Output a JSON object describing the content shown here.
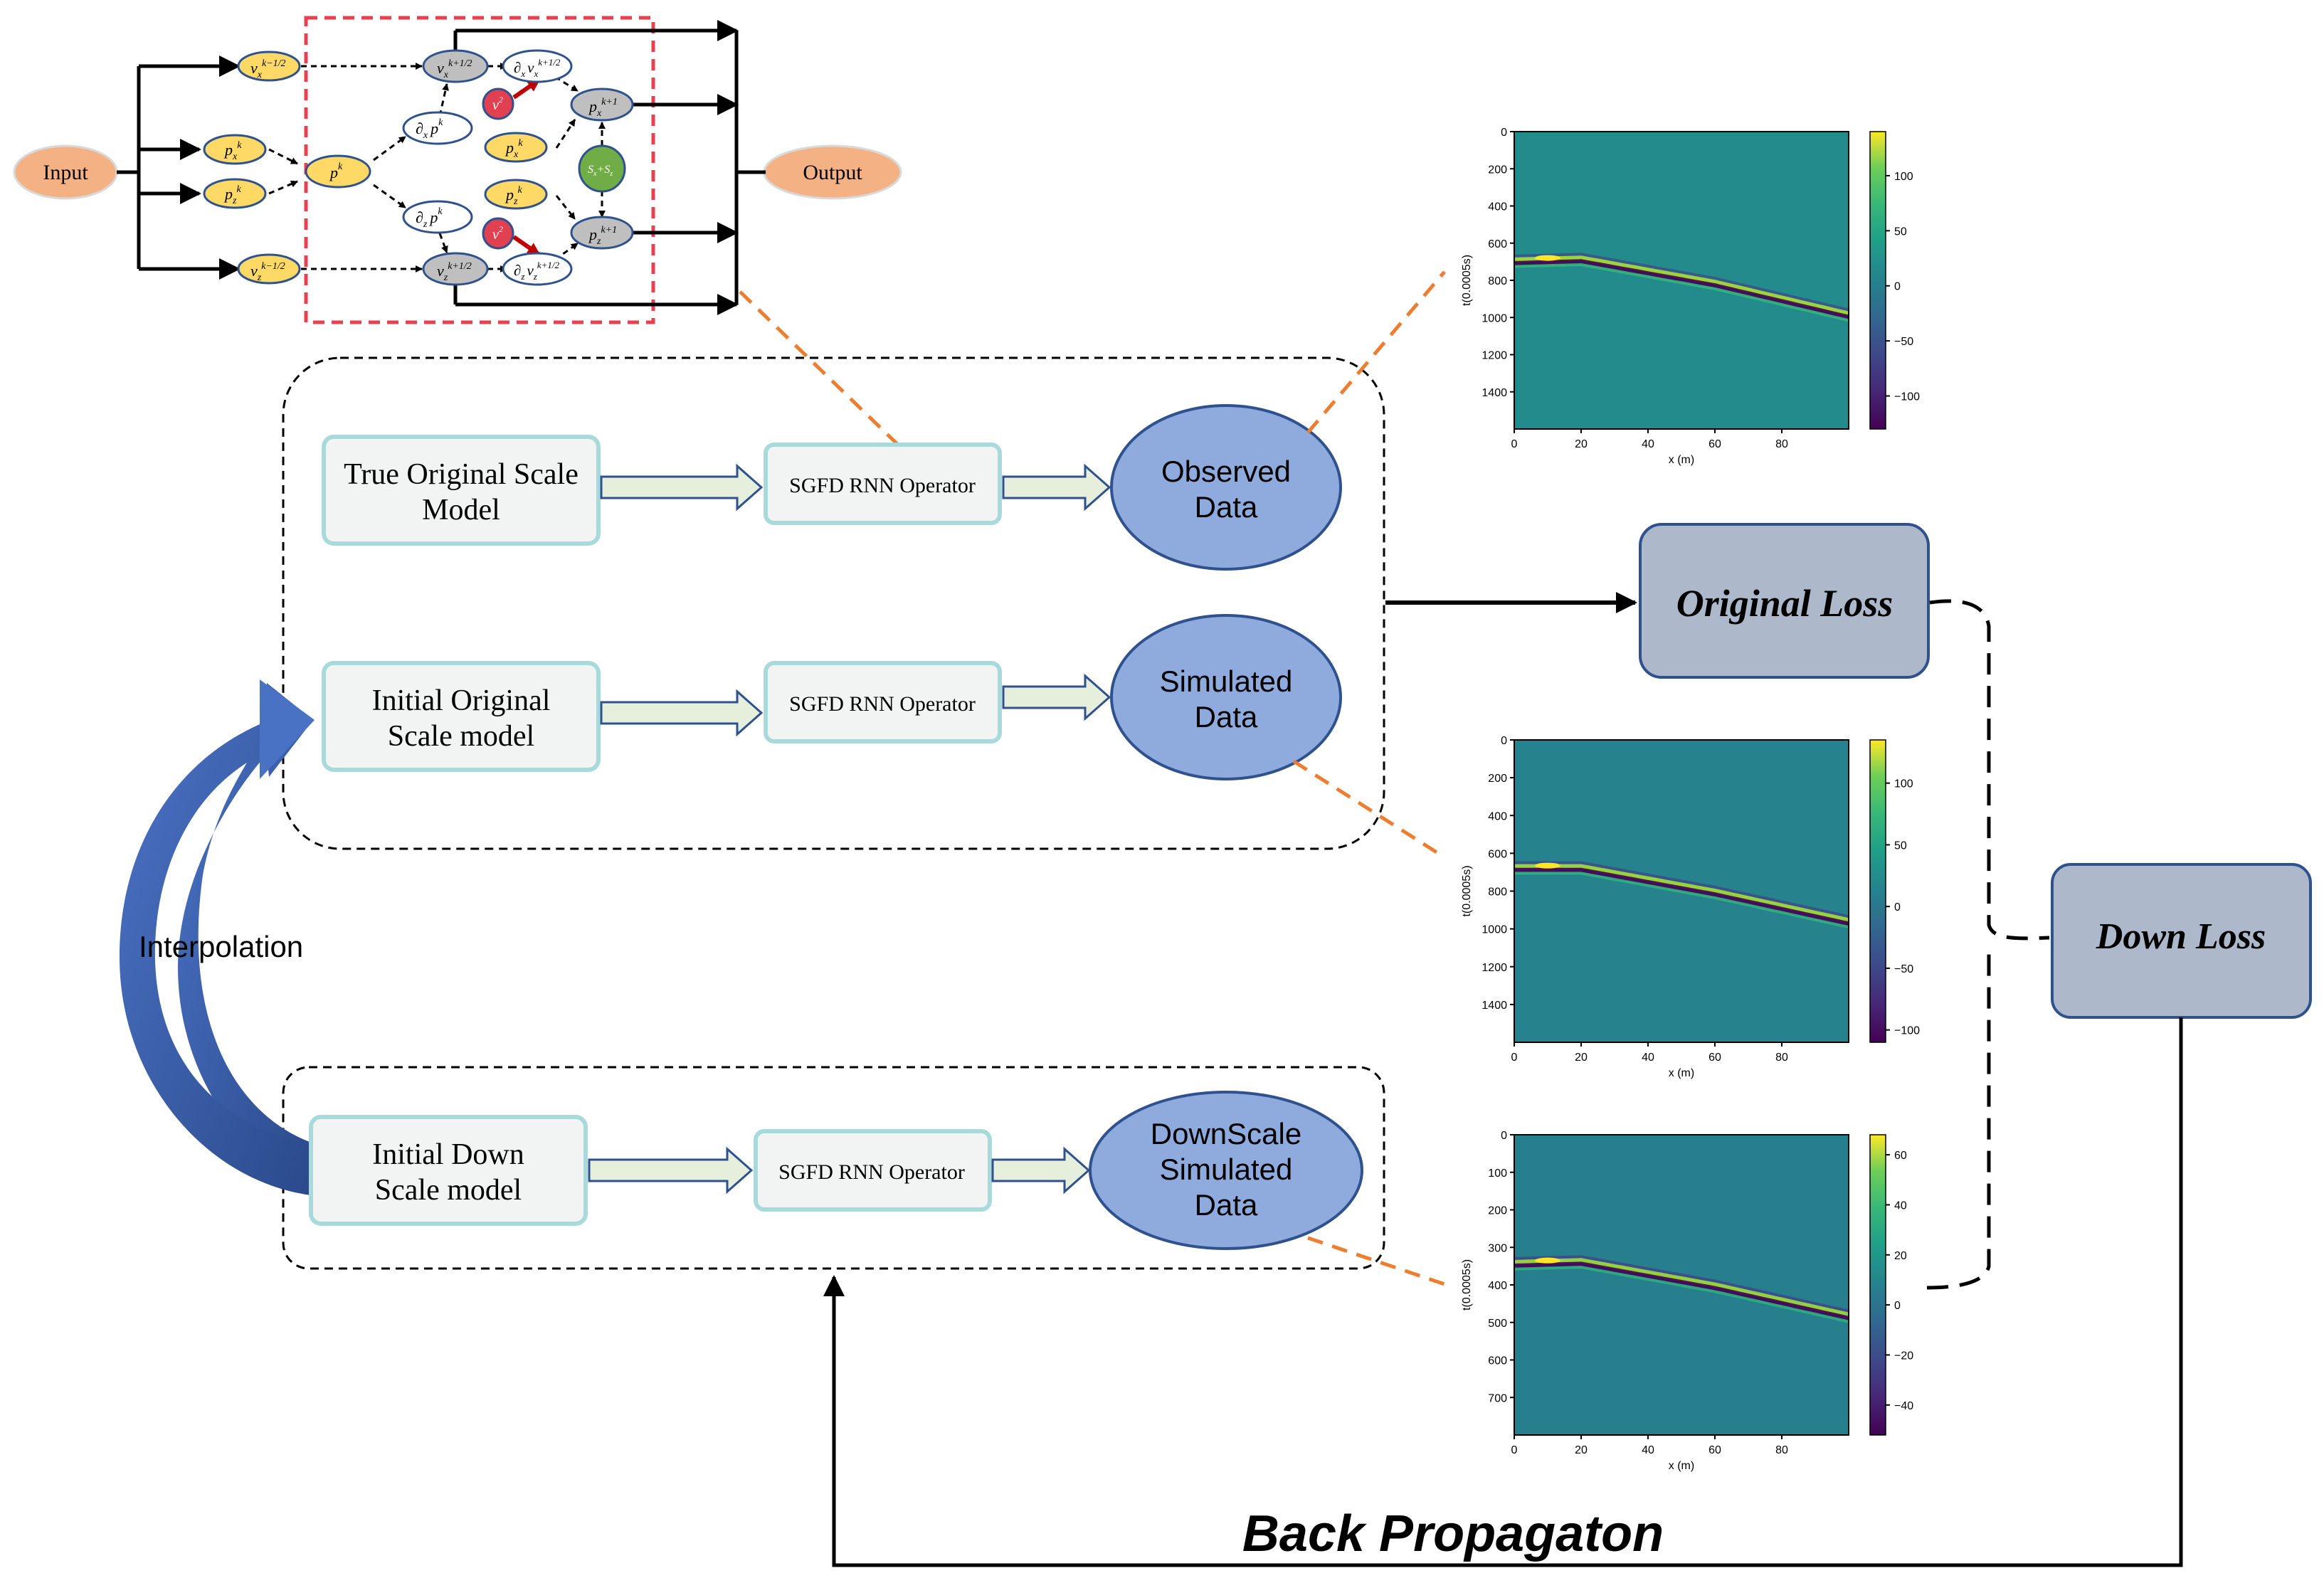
{
  "network": {
    "input_label": "Input",
    "output_label": "Output",
    "vx_prev": "v",
    "vx_prev_sub": "x",
    "vx_prev_sup": "k−1/2",
    "vz_prev": "v",
    "vz_prev_sub": "z",
    "vz_prev_sup": "k−1/2",
    "px_k": "p",
    "px_k_sub": "x",
    "px_k_sup": "k",
    "pz_k": "p",
    "pz_k_sub": "z",
    "pz_k_sup": "k",
    "p_k": "p",
    "p_k_sup": "k",
    "dx_p": "∂",
    "dx_p_sub": "x",
    "dx_p_rest": "p",
    "dx_p_sup": "k",
    "dz_p": "∂",
    "dz_p_sub": "z",
    "dz_p_rest": "p",
    "dz_p_sup": "k",
    "vx_next": "v",
    "vx_next_sub": "x",
    "vx_next_sup": "k+1/2",
    "vz_next": "v",
    "vz_next_sub": "z",
    "vz_next_sup": "k+1/2",
    "dxvx": "∂",
    "dxvx_sub": "x",
    "dxvx_v": "v",
    "dxvx_v_sub": "x",
    "dxvx_sup": "k+1/2",
    "dzvz": "∂",
    "dzvz_sub": "z",
    "dzvz_v": "v",
    "dzvz_v_sub": "z",
    "dzvz_sup": "k+1/2",
    "vel_top": "v",
    "vel_top_sup": "2",
    "vel_bot": "v",
    "vel_bot_sup": "2",
    "px_k_mid": "p",
    "px_k_mid_sub": "x",
    "px_k_mid_sup": "k",
    "pz_k_mid": "p",
    "pz_k_mid_sub": "z",
    "pz_k_mid_sup": "k",
    "px_next": "p",
    "px_next_sub": "x",
    "px_next_sup": "k+1",
    "pz_next": "p",
    "pz_next_sub": "z",
    "pz_next_sup": "k+1",
    "source": "S",
    "source_sub": "x",
    "source_plus": "+S",
    "source_sub2": "z"
  },
  "blocks": {
    "true_model_line1": "True Original Scale",
    "true_model_line2": "Model",
    "init_orig_line1": "Initial Original",
    "init_orig_line2": "Scale model",
    "init_down_line1": "Initial Down",
    "init_down_line2": "Scale model",
    "operator_1": "SGFD RNN Operator",
    "operator_2": "SGFD RNN Operator",
    "operator_3": "SGFD RNN Operator",
    "observed_line1": "Observed",
    "observed_line2": "Data",
    "simulated_line1": "Simulated",
    "simulated_line2": "Data",
    "downscale_line1": "DownScale",
    "downscale_line2": "Simulated",
    "downscale_line3": "Data",
    "original_loss": "Original Loss",
    "down_loss": "Down Loss",
    "interpolation": "Interpolation",
    "back_propagation": "Back Propagaton"
  },
  "colors": {
    "operator_box_fill": "#f2f4f3",
    "operator_box_border": "#a8dadc",
    "data_ellipse_fill": "#8faadc",
    "data_ellipse_border": "#2f528f",
    "loss_box_fill": "#adb9ca",
    "loss_box_border": "#2f528f",
    "dashed_red": "#e8404f",
    "orange_connector": "#ed7d31",
    "io_ellipse": "#f4b183",
    "yellow_node": "#ffd966",
    "gray_node": "#bfbfbf",
    "red_node": "#e04050",
    "green_node": "#70ad47",
    "big_arrow": "#3a5ca8"
  },
  "chart_data": [
    {
      "type": "heatmap",
      "title": "",
      "xlabel": "x (m)",
      "ylabel": "t(0.0005s)",
      "x_ticks": [
        "0",
        "20",
        "40",
        "60",
        "80"
      ],
      "y_ticks": [
        "0",
        "200",
        "400",
        "600",
        "800",
        "1000",
        "1200",
        "1400"
      ],
      "colorbar_ticks": [
        "100",
        "50",
        "0",
        "−50",
        "−100"
      ],
      "xlim": [
        0,
        100
      ],
      "ylim": [
        1600,
        0
      ],
      "clim": [
        -130,
        140
      ],
      "colormap": "viridis",
      "event_x": [
        0,
        20,
        60,
        100
      ],
      "event_t": [
        700,
        690,
        820,
        990
      ],
      "peak_value": 140,
      "trough_value": -130
    },
    {
      "type": "heatmap",
      "title": "",
      "xlabel": "x (m)",
      "ylabel": "t(0.0005s)",
      "x_ticks": [
        "0",
        "20",
        "40",
        "60",
        "80"
      ],
      "y_ticks": [
        "0",
        "200",
        "400",
        "600",
        "800",
        "1000",
        "1200",
        "1400"
      ],
      "colorbar_ticks": [
        "100",
        "50",
        "0",
        "−50",
        "−100"
      ],
      "xlim": [
        0,
        100
      ],
      "ylim": [
        1600,
        0
      ],
      "clim": [
        -110,
        135
      ],
      "colormap": "viridis",
      "event_x": [
        0,
        20,
        60,
        100
      ],
      "event_t": [
        680,
        680,
        810,
        965
      ],
      "peak_value": 135,
      "trough_value": -110
    },
    {
      "type": "heatmap",
      "title": "",
      "xlabel": "x (m)",
      "ylabel": "t(0.0005s)",
      "x_ticks": [
        "0",
        "20",
        "40",
        "60",
        "80"
      ],
      "y_ticks": [
        "0",
        "100",
        "200",
        "300",
        "400",
        "500",
        "600",
        "700"
      ],
      "colorbar_ticks": [
        "60",
        "40",
        "20",
        "0",
        "−20",
        "−40"
      ],
      "xlim": [
        0,
        100
      ],
      "ylim": [
        800,
        0
      ],
      "clim": [
        -52,
        68
      ],
      "colormap": "viridis",
      "event_x": [
        0,
        20,
        60,
        100
      ],
      "event_t": [
        345,
        340,
        405,
        485
      ],
      "peak_value": 68,
      "trough_value": -52
    }
  ]
}
